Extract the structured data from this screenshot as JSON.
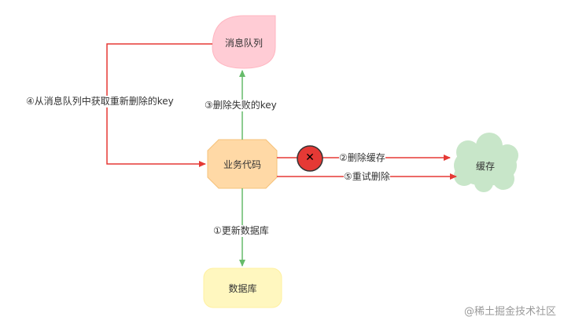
{
  "nodes": {
    "mq": "消息队列",
    "business": "业务代码",
    "cache": "缓存",
    "db": "数据库"
  },
  "edges": {
    "update_db": "①更新数据库",
    "delete_cache": "②删除缓存",
    "delete_failed_key": "③删除失败的key",
    "fetch_from_mq": "④从消息队列中获取重新删除的key",
    "retry_delete": "⑤重试删除"
  },
  "fail_mark": "✕",
  "watermark": "@稀土掘金技术社区",
  "colors": {
    "mq_fill": "#ffccd5",
    "business_fill": "#ffd9a6",
    "cache_fill": "#c8e6c9",
    "db_fill": "#fff7bf",
    "red_arrow": "#e53935",
    "green_arrow": "#66bb6a",
    "fail_circle": "#e53935"
  }
}
